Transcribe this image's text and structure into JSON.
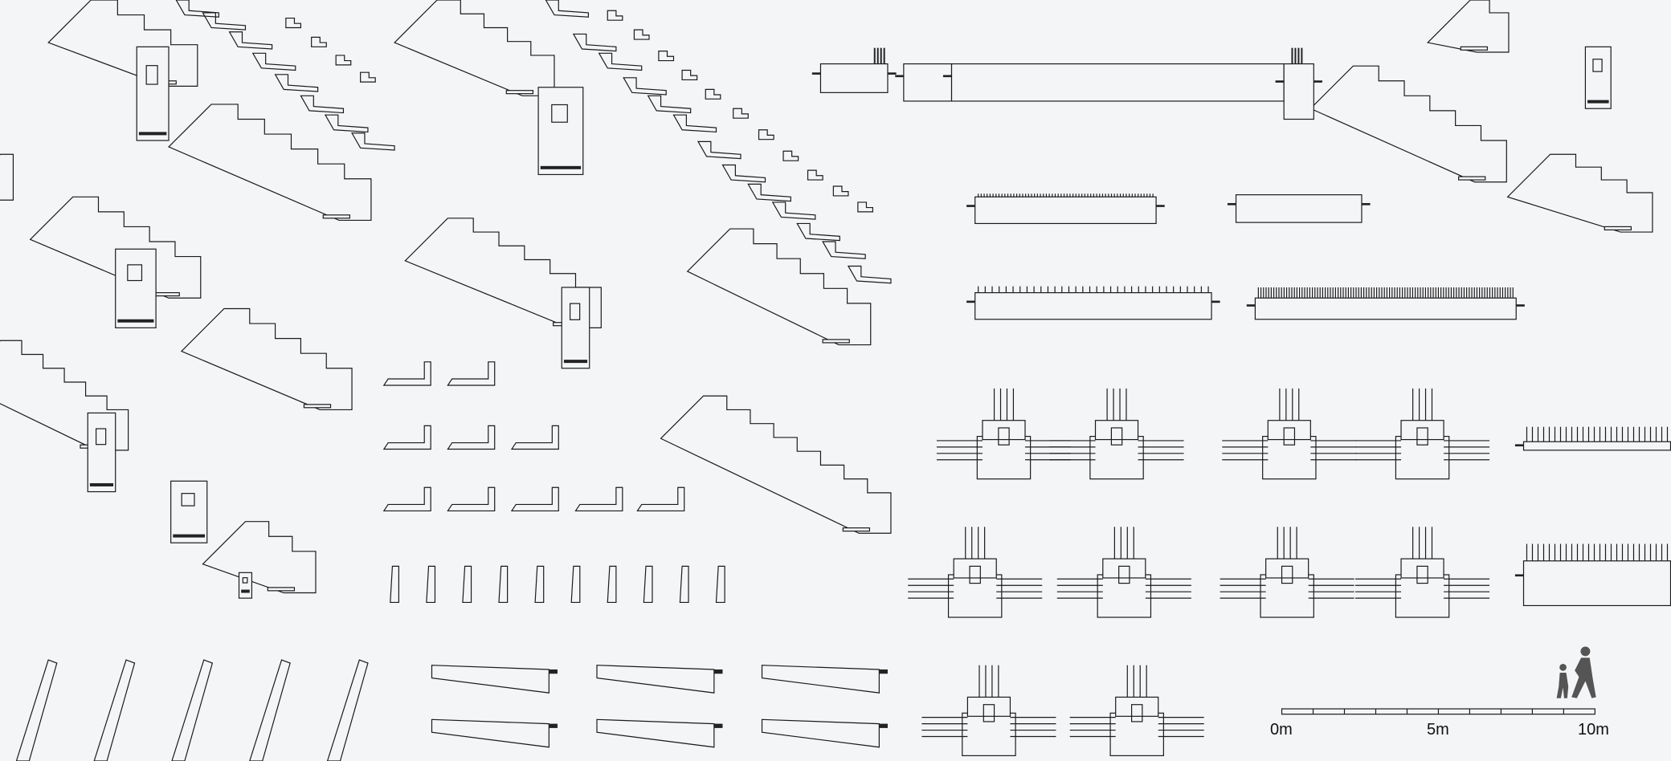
{
  "scale_bar": {
    "labels": [
      "0m",
      "5m",
      "10m"
    ],
    "divisions": 10,
    "length_m": 10
  },
  "colors": {
    "background": "#f4f5f7",
    "line": "#1a1a1a",
    "silhouette": "#555555"
  }
}
